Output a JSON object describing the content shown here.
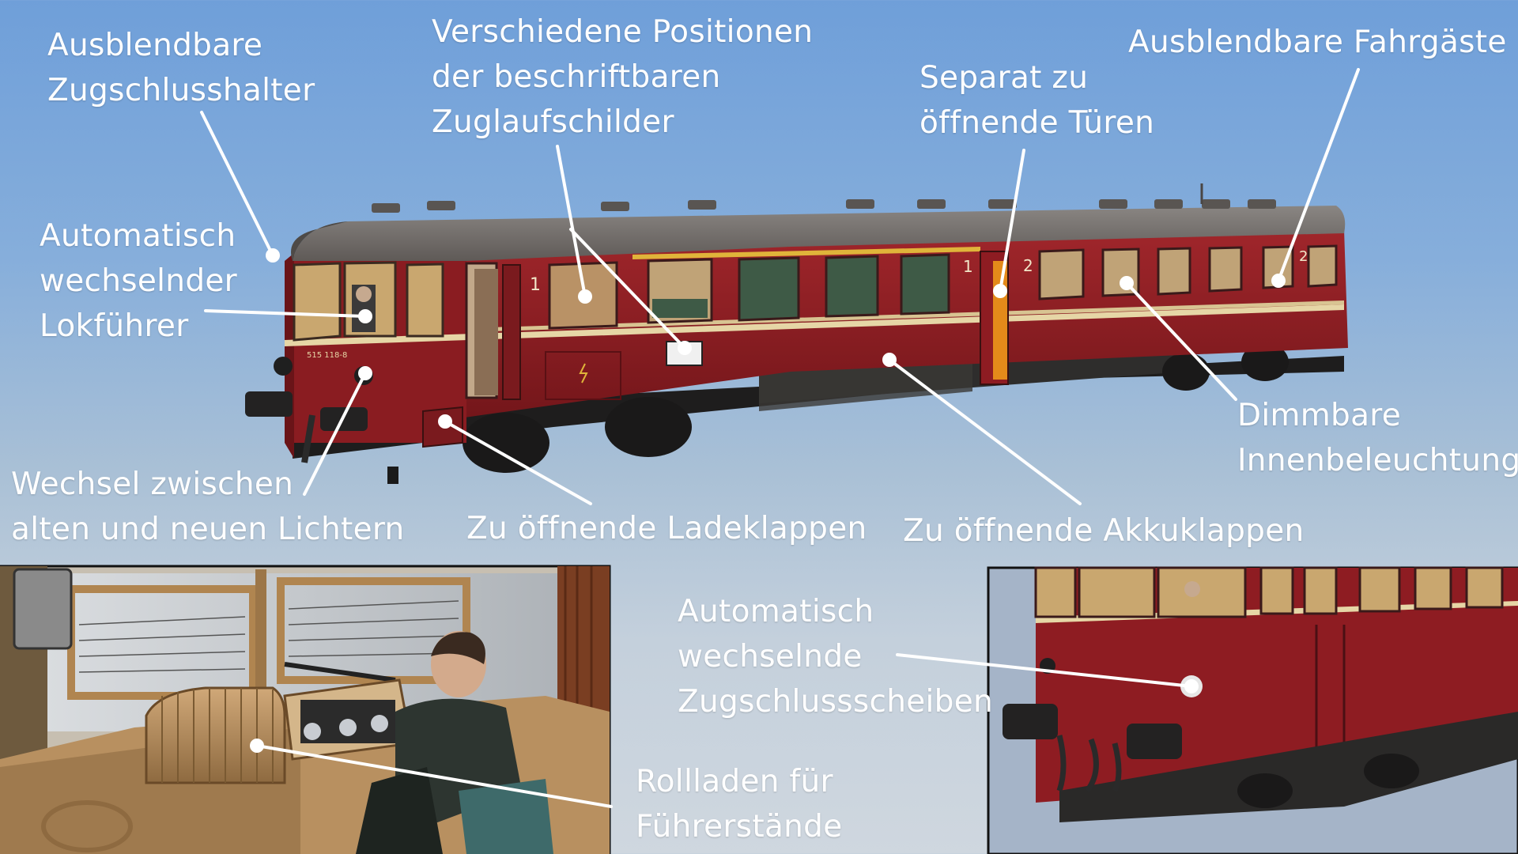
{
  "labels": {
    "zugschlusshalter": [
      "Ausblendbare",
      "Zugschlusshalter"
    ],
    "positionen": [
      "Verschiedene Positionen",
      "der beschriftbaren",
      "Zuglaufschilder"
    ],
    "tueren": [
      "Separat zu",
      "öffnende Türen"
    ],
    "fahrgaeste": [
      "Ausblendbare Fahrgäste"
    ],
    "lokfuehrer": [
      "Automatisch",
      "wechselnder",
      "Lokführer"
    ],
    "innenbeleuchtung": [
      "Dimmbare",
      "Innenbeleuchtung"
    ],
    "lichter": [
      "Wechsel zwischen",
      "alten und neuen Lichtern"
    ],
    "ladeklappen": [
      "Zu öffnende Ladeklappen"
    ],
    "akkuklappen": [
      "Zu öffnende Akkuklappen"
    ],
    "zugschlussscheiben": [
      "Automatisch",
      "wechselnde",
      "Zugschlussscheiben"
    ],
    "rollladen": [
      "Rollladen für",
      "Führerstände"
    ]
  },
  "railcar": {
    "class_numbers": [
      "1",
      "1",
      "2",
      "2"
    ],
    "number_plate": "515 118-8"
  },
  "colors": {
    "body_red": "#8e1c22",
    "roof_grey": "#6f6a66",
    "stripe_cream": "#e6d6a6",
    "door_orange": "#e48a1a",
    "window_green": "#3e5a46",
    "annotation": "#ffffff"
  }
}
